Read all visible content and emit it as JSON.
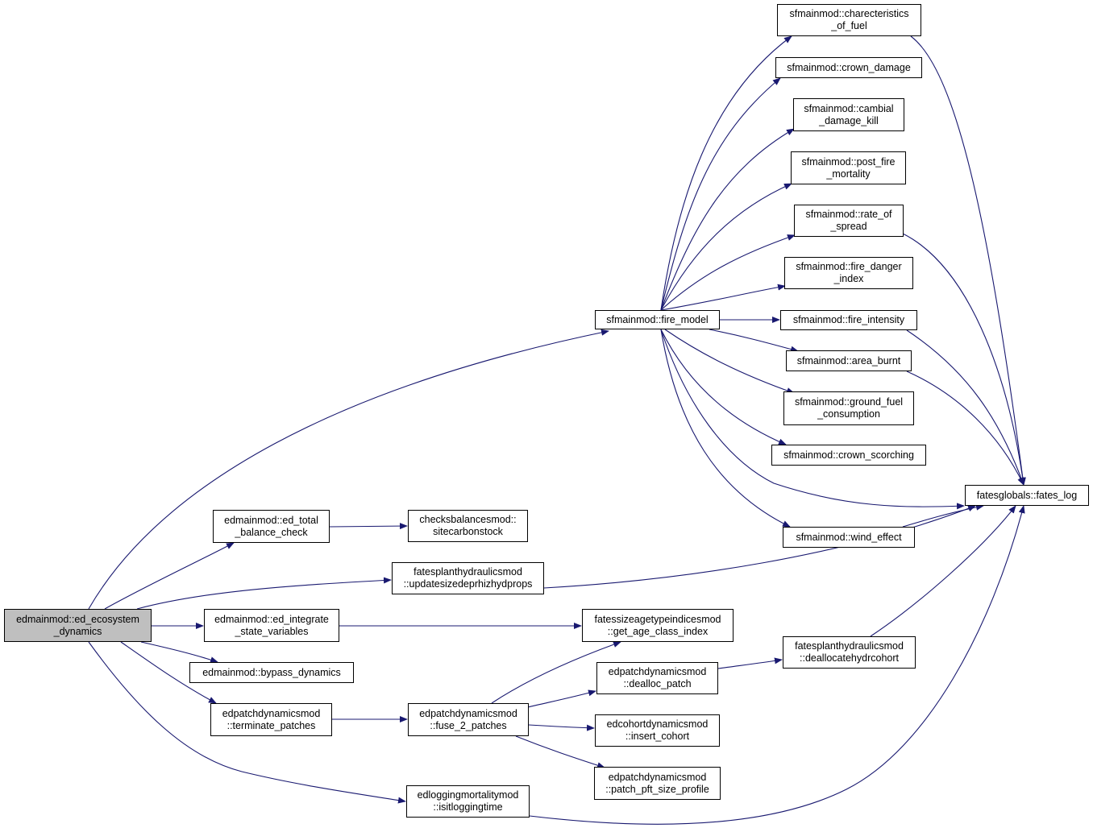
{
  "colors": {
    "edge": "#191970",
    "node_border": "#000000",
    "root_fill": "#bfbfbf",
    "node_fill": "#ffffff"
  },
  "nodes": {
    "ed_ecosystem_dynamics": [
      "edmainmod::ed_ecosystem",
      "_dynamics"
    ],
    "fire_model": [
      "sfmainmod::fire_model"
    ],
    "charecteristics_of_fuel": [
      "sfmainmod::charecteristics",
      "_of_fuel"
    ],
    "crown_damage": [
      "sfmainmod::crown_damage"
    ],
    "cambial_damage_kill": [
      "sfmainmod::cambial",
      "_damage_kill"
    ],
    "post_fire_mortality": [
      "sfmainmod::post_fire",
      "_mortality"
    ],
    "rate_of_spread": [
      "sfmainmod::rate_of",
      "_spread"
    ],
    "fire_danger_index": [
      "sfmainmod::fire_danger",
      "_index"
    ],
    "fire_intensity": [
      "sfmainmod::fire_intensity"
    ],
    "area_burnt": [
      "sfmainmod::area_burnt"
    ],
    "ground_fuel_consumption": [
      "sfmainmod::ground_fuel",
      "_consumption"
    ],
    "crown_scorching": [
      "sfmainmod::crown_scorching"
    ],
    "wind_effect": [
      "sfmainmod::wind_effect"
    ],
    "fates_log": [
      "fatesglobals::fates_log"
    ],
    "ed_total_balance_check": [
      "edmainmod::ed_total",
      "_balance_check"
    ],
    "sitecarbonstock": [
      "checksbalancesmod::",
      "sitecarbonstock"
    ],
    "updatesizedeprhizhydprops": [
      "fatesplanthydraulicsmod",
      "::updatesizedeprhizhydprops"
    ],
    "ed_integrate_state_variables": [
      "edmainmod::ed_integrate",
      "_state_variables"
    ],
    "get_age_class_index": [
      "fatessizeagetypeindicesmod",
      "::get_age_class_index"
    ],
    "bypass_dynamics": [
      "edmainmod::bypass_dynamics"
    ],
    "deallocatehydrcohort": [
      "fatesplanthydraulicsmod",
      "::deallocatehydrcohort"
    ],
    "dealloc_patch": [
      "edpatchdynamicsmod",
      "::dealloc_patch"
    ],
    "terminate_patches": [
      "edpatchdynamicsmod",
      "::terminate_patches"
    ],
    "fuse_2_patches": [
      "edpatchdynamicsmod",
      "::fuse_2_patches"
    ],
    "insert_cohort": [
      "edcohortdynamicsmod",
      "::insert_cohort"
    ],
    "patch_pft_size_profile": [
      "edpatchdynamicsmod",
      "::patch_pft_size_profile"
    ],
    "isitloggingtime": [
      "edloggingmortalitymod",
      "::isitloggingtime"
    ]
  },
  "edges": [
    [
      "ed_ecosystem_dynamics",
      "fire_model"
    ],
    [
      "ed_ecosystem_dynamics",
      "ed_total_balance_check"
    ],
    [
      "ed_ecosystem_dynamics",
      "updatesizedeprhizhydprops"
    ],
    [
      "ed_ecosystem_dynamics",
      "ed_integrate_state_variables"
    ],
    [
      "ed_ecosystem_dynamics",
      "bypass_dynamics"
    ],
    [
      "ed_ecosystem_dynamics",
      "terminate_patches"
    ],
    [
      "ed_ecosystem_dynamics",
      "isitloggingtime"
    ],
    [
      "fire_model",
      "charecteristics_of_fuel"
    ],
    [
      "fire_model",
      "crown_damage"
    ],
    [
      "fire_model",
      "cambial_damage_kill"
    ],
    [
      "fire_model",
      "post_fire_mortality"
    ],
    [
      "fire_model",
      "rate_of_spread"
    ],
    [
      "fire_model",
      "fire_danger_index"
    ],
    [
      "fire_model",
      "fire_intensity"
    ],
    [
      "fire_model",
      "area_burnt"
    ],
    [
      "fire_model",
      "ground_fuel_consumption"
    ],
    [
      "fire_model",
      "crown_scorching"
    ],
    [
      "fire_model",
      "fates_log"
    ],
    [
      "fire_model",
      "wind_effect"
    ],
    [
      "charecteristics_of_fuel",
      "fates_log"
    ],
    [
      "rate_of_spread",
      "fates_log"
    ],
    [
      "fire_intensity",
      "fates_log"
    ],
    [
      "area_burnt",
      "fates_log"
    ],
    [
      "wind_effect",
      "fates_log"
    ],
    [
      "ed_total_balance_check",
      "sitecarbonstock"
    ],
    [
      "updatesizedeprhizhydprops",
      "fates_log"
    ],
    [
      "ed_integrate_state_variables",
      "get_age_class_index"
    ],
    [
      "terminate_patches",
      "fuse_2_patches"
    ],
    [
      "fuse_2_patches",
      "get_age_class_index"
    ],
    [
      "fuse_2_patches",
      "dealloc_patch"
    ],
    [
      "fuse_2_patches",
      "insert_cohort"
    ],
    [
      "fuse_2_patches",
      "patch_pft_size_profile"
    ],
    [
      "dealloc_patch",
      "deallocatehydrcohort"
    ],
    [
      "deallocatehydrcohort",
      "fates_log"
    ],
    [
      "isitloggingtime",
      "fates_log"
    ]
  ]
}
